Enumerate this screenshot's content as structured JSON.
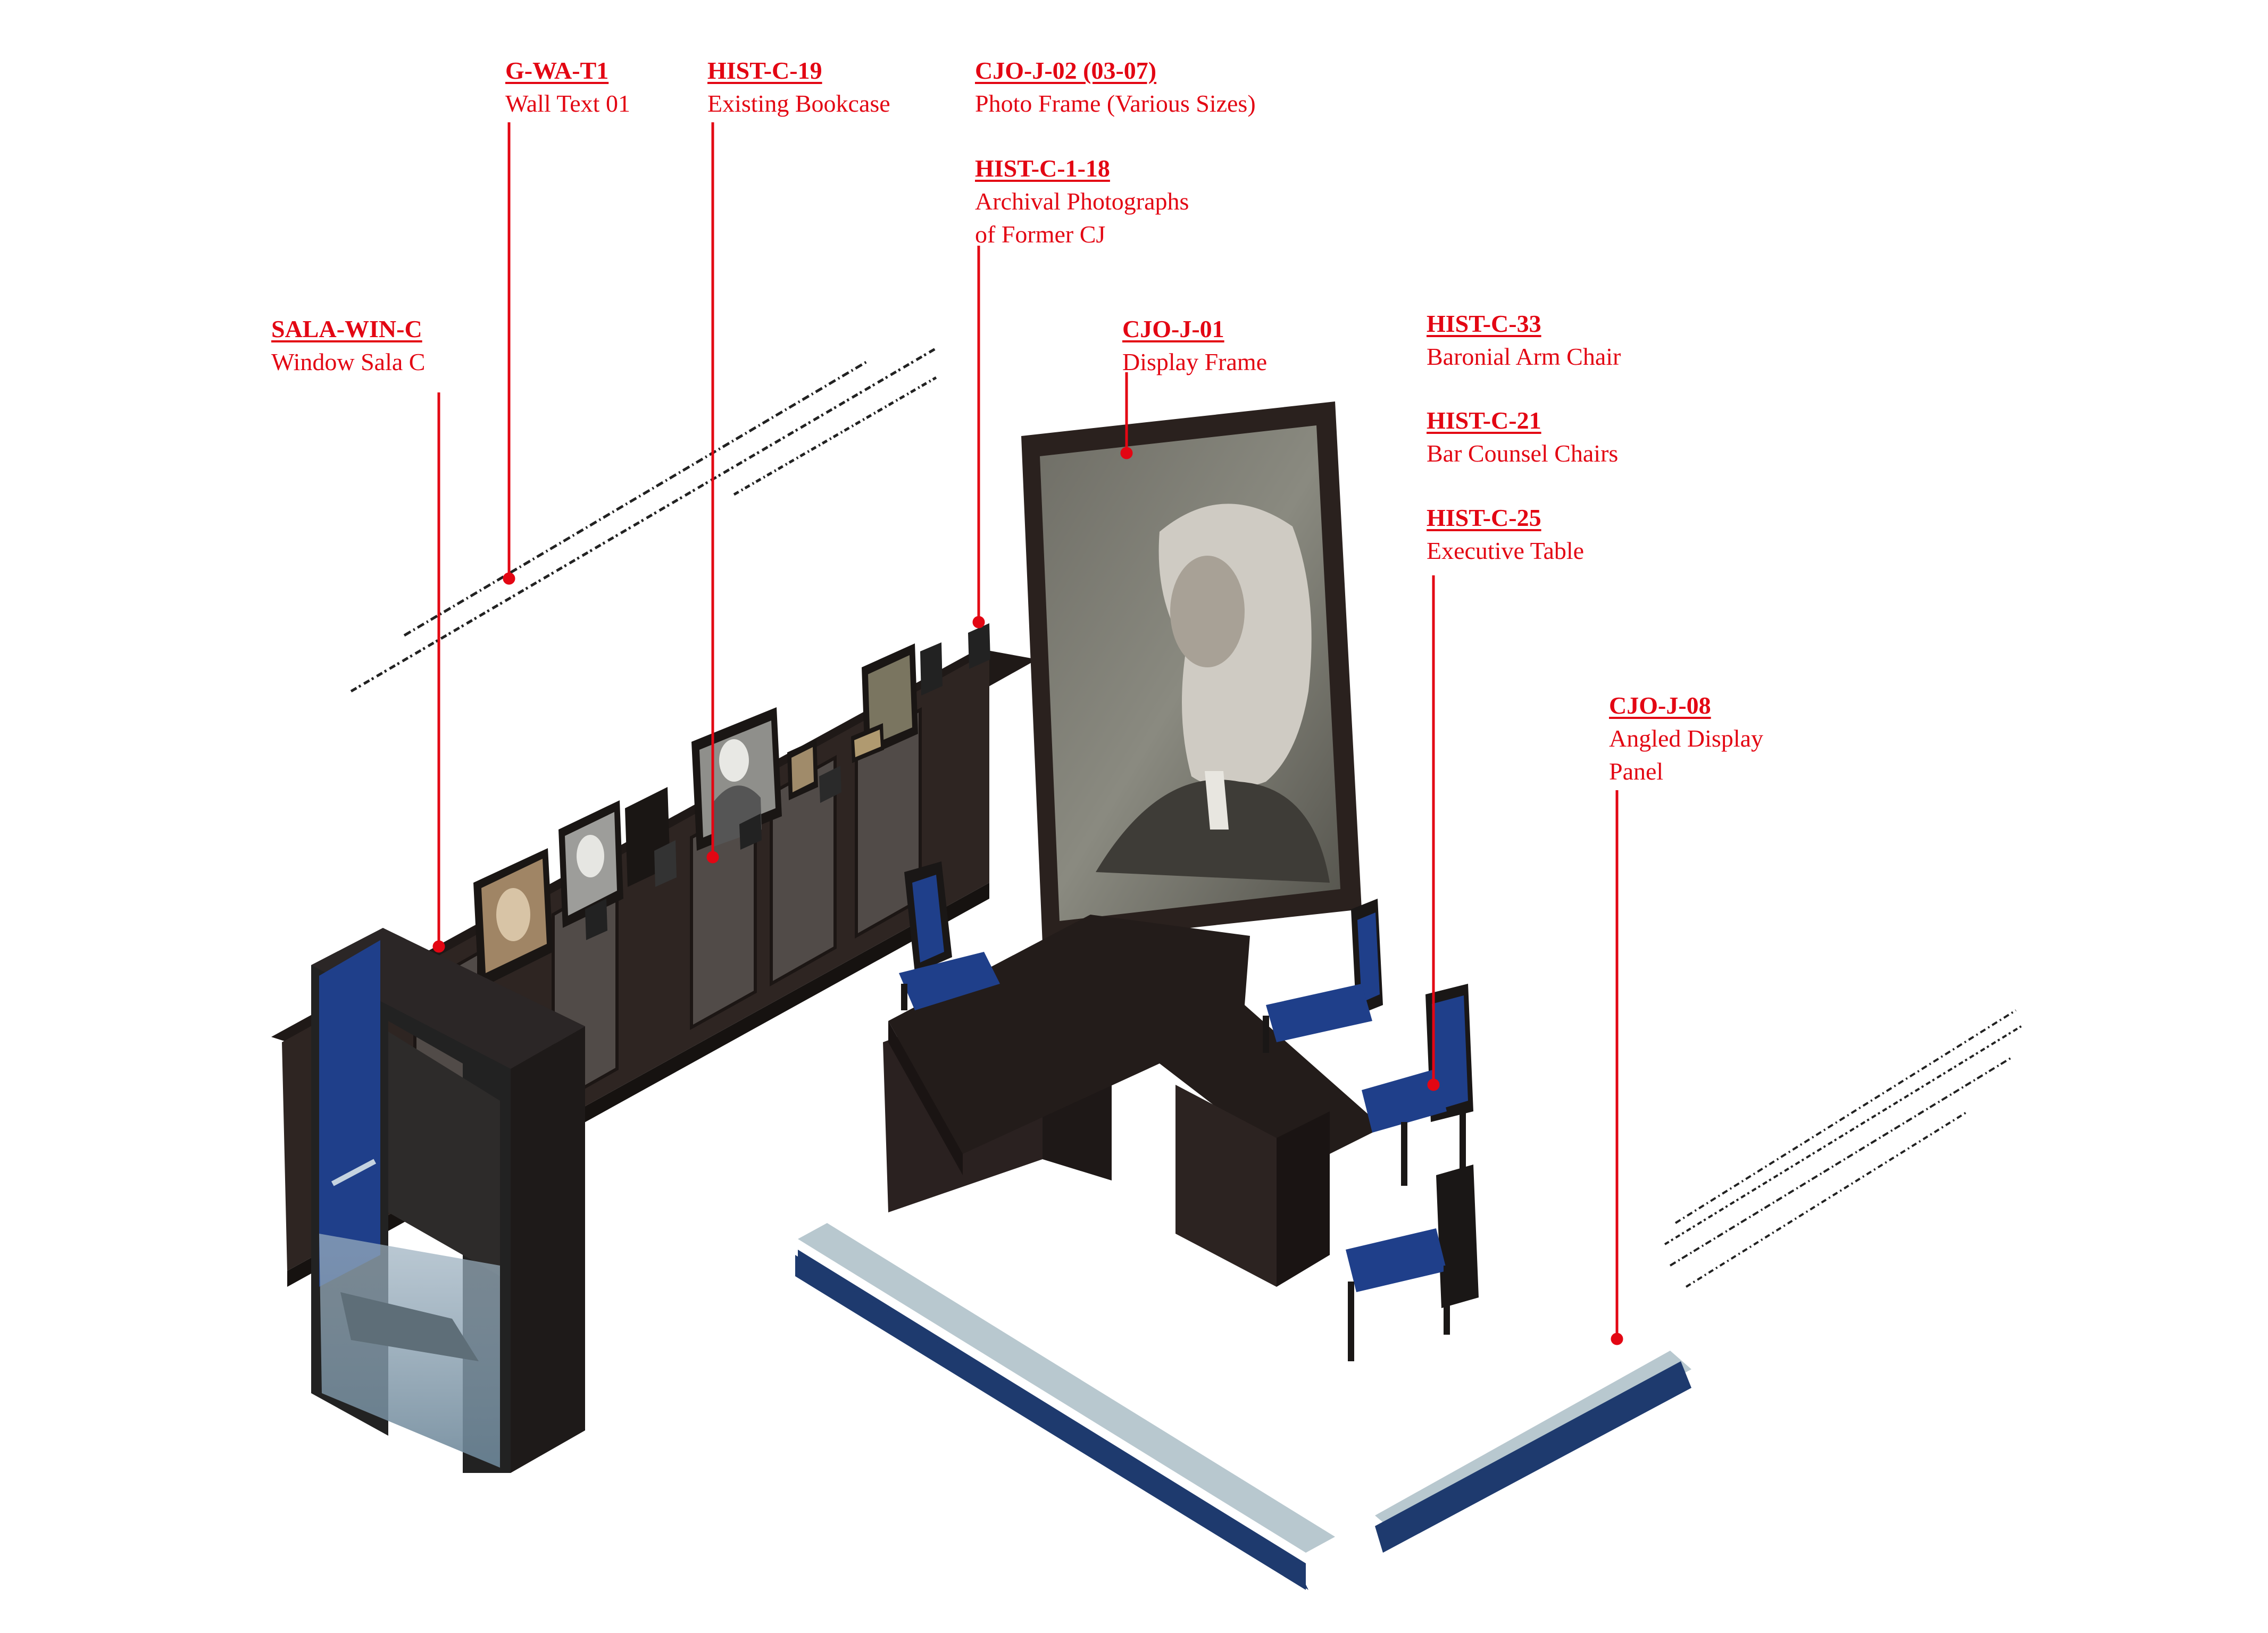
{
  "callouts": [
    {
      "code": "G-WA-T1",
      "desc": [
        "Wall Text 01"
      ]
    },
    {
      "code": "HIST-C-19",
      "desc": [
        "Existing Bookcase"
      ]
    },
    {
      "code": "CJO-J-02 (03-07)",
      "desc": [
        "Photo Frame (Various Sizes)"
      ]
    },
    {
      "code": "HIST-C-1-18",
      "desc": [
        "Archival Photographs",
        "of Former CJ"
      ]
    },
    {
      "code": "SALA-WIN-C",
      "desc": [
        "Window Sala C"
      ]
    },
    {
      "code": "CJO-J-01",
      "desc": [
        "Display Frame"
      ]
    },
    {
      "code": "HIST-C-33",
      "desc": [
        "Baronial Arm Chair"
      ]
    },
    {
      "code": "HIST-C-21",
      "desc": [
        "Bar Counsel Chairs"
      ]
    },
    {
      "code": "HIST-C-25",
      "desc": [
        "Executive Table"
      ]
    },
    {
      "code": "CJO-J-08",
      "desc": [
        "Angled Display",
        "Panel"
      ]
    }
  ],
  "colors": {
    "callout": "#e30613",
    "dark_wood": "#2b221f",
    "blue_upholstery": "#1f3f8a",
    "navy_base": "#1e3a6e",
    "glass": "#8aa3b5"
  }
}
